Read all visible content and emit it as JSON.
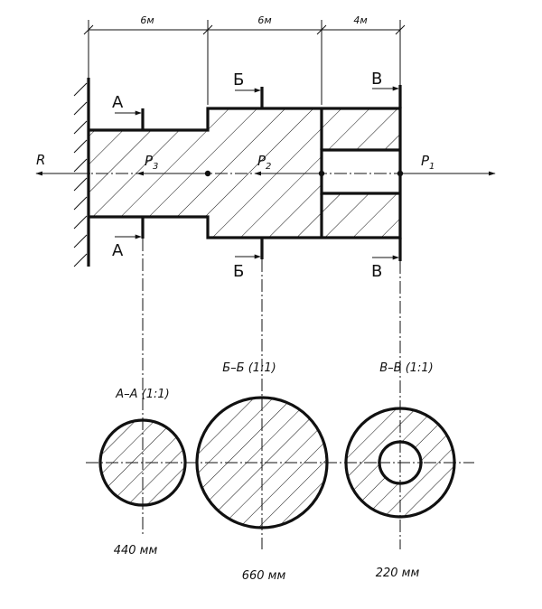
{
  "dimensions": {
    "d1": "6м",
    "d2": "6м",
    "d3": "4м"
  },
  "section_marks": {
    "a": "А",
    "b": "Б",
    "v": "В"
  },
  "loads": {
    "r": "R",
    "p1": "P",
    "p1_sub": "1",
    "p2": "P",
    "p2_sub": "2",
    "p3": "P",
    "p3_sub": "3"
  },
  "section_titles": {
    "a": "А–А (1:1)",
    "b": "Б–Б (1:1)",
    "v": "В–В (1:1)"
  },
  "section_sizes": {
    "a": "440 мм",
    "b": "660 мм",
    "v": "220 мм"
  },
  "colors": {
    "ink": "#111111",
    "paper": "#ffffff"
  }
}
